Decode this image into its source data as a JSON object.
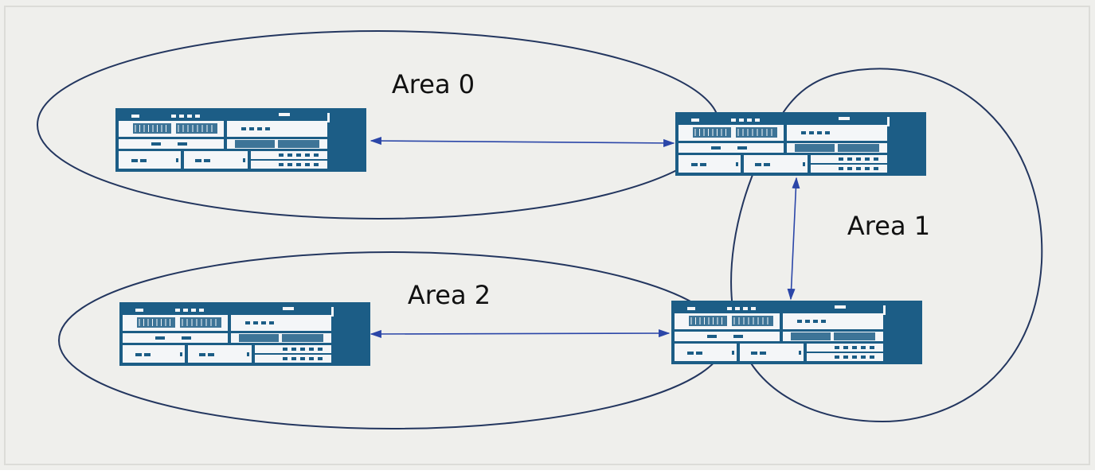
{
  "diagram": {
    "title": "",
    "colors": {
      "background": "#efefec",
      "border": "#dcdcd8",
      "area_outline": "#23365f",
      "device": "#1c5d86",
      "device_light": "#f4f6f8",
      "link": "#2b46a8",
      "label": "#111111"
    },
    "areas": [
      {
        "id": "area0",
        "label": "Area 0"
      },
      {
        "id": "area1",
        "label": "Area 1"
      },
      {
        "id": "area2",
        "label": "Area 2"
      }
    ],
    "devices": [
      {
        "id": "router-area0",
        "icon": "router-chassis-icon"
      },
      {
        "id": "router-abr-top",
        "icon": "router-chassis-icon"
      },
      {
        "id": "router-area2",
        "icon": "router-chassis-icon"
      },
      {
        "id": "router-abr-bottom",
        "icon": "router-chassis-icon"
      }
    ],
    "links": [
      {
        "from": "router-area0",
        "to": "router-abr-top",
        "arrows": "both"
      },
      {
        "from": "router-abr-top",
        "to": "router-abr-bottom",
        "arrows": "both"
      },
      {
        "from": "router-area2",
        "to": "router-abr-bottom",
        "arrows": "both"
      }
    ]
  }
}
